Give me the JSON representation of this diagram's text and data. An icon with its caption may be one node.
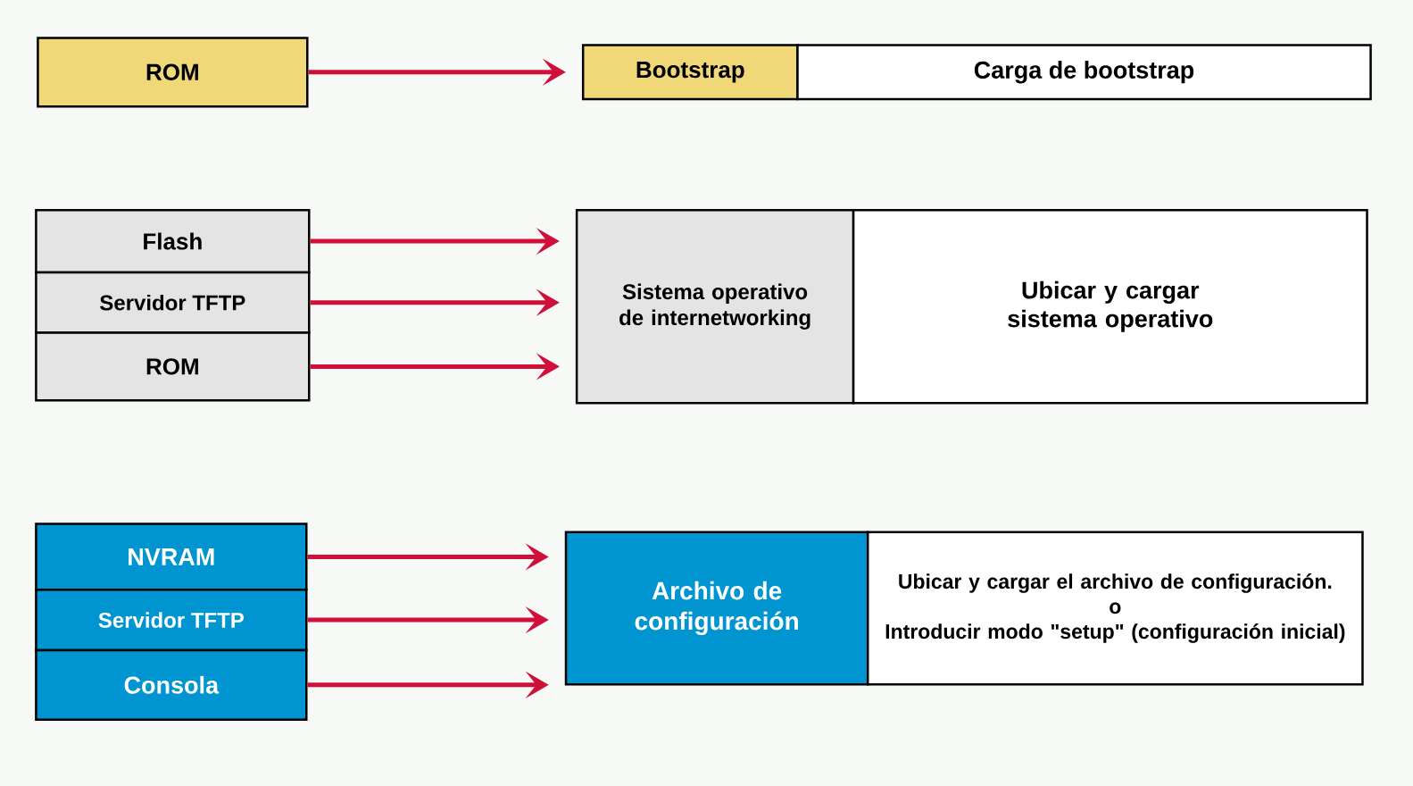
{
  "diagram": {
    "nodes": [
      {
        "text": [
          "ROM"
        ]
      },
      {
        "text": [
          "Bootstrap"
        ]
      },
      {
        "text": [
          "Carga de bootstrap"
        ]
      },
      {
        "text": [
          "Flash"
        ]
      },
      {
        "text": [
          "Servidor TFTP"
        ]
      },
      {
        "text": [
          "ROM"
        ]
      },
      {
        "text": [
          "Sistema operativo de internetworking"
        ]
      },
      {
        "text": [
          "Ubicar y cargar sistema operativo"
        ]
      },
      {
        "text": [
          "NVRAM"
        ]
      },
      {
        "text": [
          "Servidor TFTP"
        ]
      },
      {
        "text": [
          "Consola"
        ]
      },
      {
        "text": [
          "Archivo de configuración"
        ]
      },
      {
        "text": [
          "Ubicar y cargar el archivo de configuración.",
          "o",
          "Introducir modo \"setup\" (configuración inicial)"
        ]
      }
    ],
    "edges": [
      {
        "from": 0,
        "to": 1,
        "arrow": "to"
      },
      {
        "from": 3,
        "to": 6,
        "arrow": "to"
      },
      {
        "from": 4,
        "to": 6,
        "arrow": "to"
      },
      {
        "from": 5,
        "to": 6,
        "arrow": "to"
      },
      {
        "from": 8,
        "to": 11,
        "arrow": "to"
      },
      {
        "from": 9,
        "to": 11,
        "arrow": "to"
      },
      {
        "from": 10,
        "to": 11,
        "arrow": "to"
      }
    ]
  }
}
